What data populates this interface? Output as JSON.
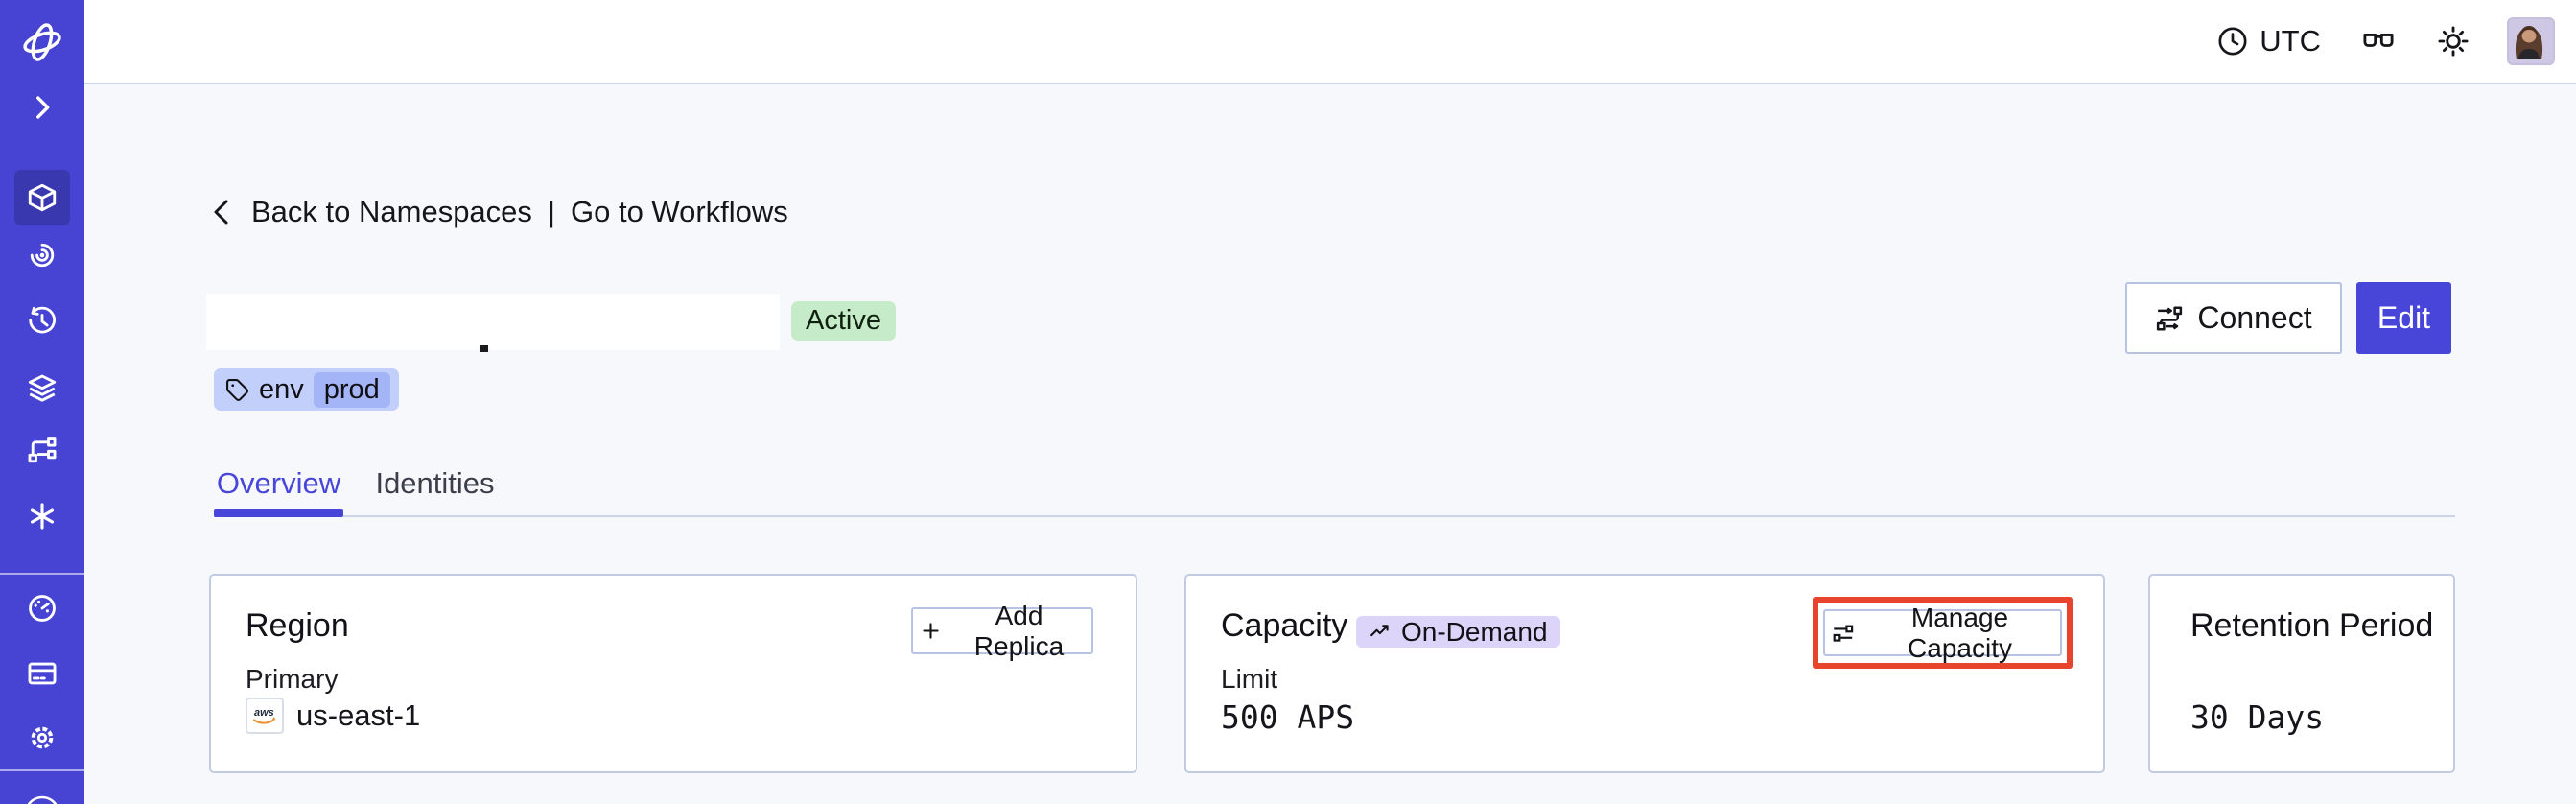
{
  "topbar": {
    "timezone": "UTC"
  },
  "sidebar": {
    "items": [
      "temporal-logo",
      "expand",
      "namespaces",
      "workflows",
      "schedules",
      "deployments",
      "batch-operations",
      "nexus",
      "usage",
      "billing",
      "settings",
      "help"
    ]
  },
  "breadcrumb": {
    "back_label": "Back to Namespaces",
    "separator": "|",
    "forward_label": "Go to Workflows"
  },
  "namespace": {
    "status_badge": "Active",
    "tag_key": "env",
    "tag_value": "prod"
  },
  "header_actions": {
    "connect_label": "Connect",
    "edit_label": "Edit"
  },
  "tabs": [
    {
      "label": "Overview"
    },
    {
      "label": "Identities"
    }
  ],
  "cards": {
    "region": {
      "title": "Region",
      "add_replica_label": "Add Replica",
      "primary_label": "Primary",
      "primary_region": "us-east-1",
      "provider": "aws"
    },
    "capacity": {
      "title": "Capacity",
      "badge": "On-Demand",
      "limit_label": "Limit",
      "limit_value": "500 APS",
      "manage_label": "Manage Capacity"
    },
    "retention": {
      "title": "Retention Period",
      "value": "30 Days"
    }
  },
  "colors": {
    "accent": "#4845d9",
    "sidebar_bg": "#4744d4",
    "sidebar_active_bg": "#3a38ae",
    "highlight": "#e8432c",
    "status_bg": "#c6ebc8",
    "tag_bg": "#c3cffb",
    "tag_chip_bg": "#a4b5f7",
    "ondemand_bg": "#ddd4fa",
    "page_bg": "#f7f8fb",
    "border": "#c2cbe2"
  }
}
